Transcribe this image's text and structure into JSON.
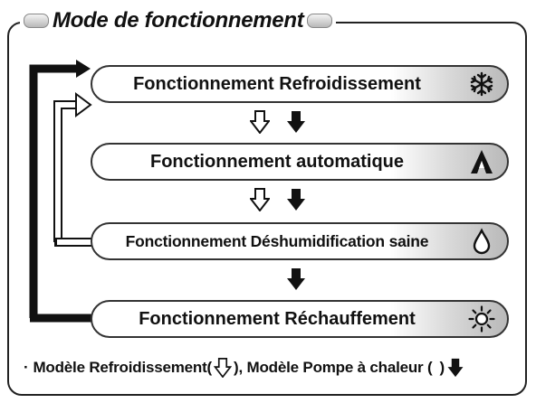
{
  "title": "Mode de fonctionnement",
  "modes": [
    {
      "label": "Fonctionnement Refroidissement",
      "icon": "snowflake-icon"
    },
    {
      "label": "Fonctionnement automatique",
      "icon": "auto-mode-icon"
    },
    {
      "label": "Fonctionnement Déshumidification saine",
      "icon": "water-drop-icon"
    },
    {
      "label": "Fonctionnement Réchauffement",
      "icon": "sun-icon"
    }
  ],
  "footnote": {
    "bullet": "·",
    "part1": "Modèle Refroidissement(",
    "part2": "), Modèle Pompe à chaleur (",
    "part3": ")"
  },
  "colors": {
    "line": "#111111",
    "box_gradient_end": "#b9b9b9"
  }
}
